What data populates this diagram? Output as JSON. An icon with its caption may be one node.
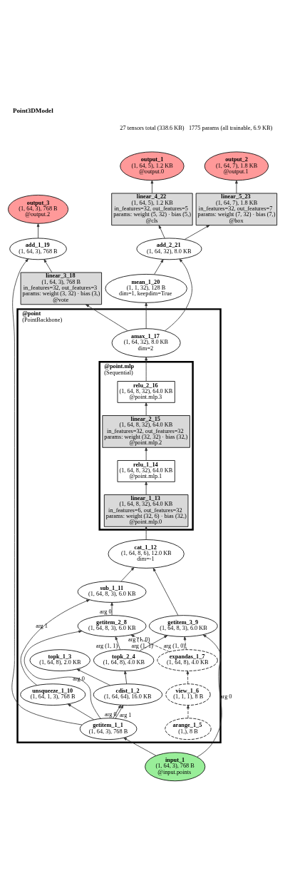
{
  "diagram": {
    "title": "Point3DModel",
    "nodes": [
      {
        "text": [
          "output_3",
          "(1, 64, 3), 768 B",
          "@output.2"
        ]
      },
      {
        "text": [
          "output_1",
          "(1, 64, 5), 1.2 KB",
          "@output.0"
        ]
      },
      {
        "text": [
          "output_2",
          "(1, 64, 7), 1.8 KB",
          "@output.1"
        ]
      },
      {
        "text": [
          "linear_4_22",
          "(1, 64, 5), 1.2 KB",
          "in_features=32, out_features=5",
          "params: weight (5, 32) · bias (5,)",
          "@cls"
        ]
      },
      {
        "text": [
          "linear_5_23",
          "(1, 64, 7), 1.8 KB",
          "in_features=32, out_features=7",
          "params: weight (7, 32) · bias (7,)",
          "@box"
        ]
      },
      {
        "text": [
          "add_1_19",
          "(1, 64, 3), 768 B"
        ]
      },
      {
        "text": [
          "add_2_21",
          "(1, 64, 32), 8.0 KB"
        ]
      },
      {
        "text": [
          "linear_3_18",
          "(1, 64, 3), 768 B",
          "in_features=32, out_features=3",
          "params: weight (3, 32) · bias (3,)",
          "@vote"
        ]
      },
      {
        "text": [
          "mean_1_20",
          "(1, 1, 32), 128 B",
          "dim=1, keepdim=True"
        ]
      },
      {
        "text": [
          "@point",
          "(PointBackbone)"
        ]
      },
      {
        "text": [
          "amax_1_17",
          "(1, 64, 32), 8.0 KB",
          "dim=2"
        ],
        "in": 9
      },
      {
        "text": [
          "@point.mlp",
          "(Sequential)"
        ],
        "in": 9
      },
      {
        "text": [
          "relu_2_16",
          "(1, 64, 8, 32), 64.0 KB",
          "@point.mlp.3"
        ],
        "in": 11
      },
      {
        "text": [
          "linear_2_15",
          "(1, 64, 8, 32), 64.0 KB",
          "in_features=32, out_features=32",
          "params: weight (32, 32) · bias (32,)",
          "@point.mlp.2"
        ],
        "in": 11
      },
      {
        "text": [
          "relu_1_14",
          "(1, 64, 8, 32), 64.0 KB",
          "@point.mlp.1"
        ],
        "in": 11
      },
      {
        "text": [
          "linear_1_13",
          "(1, 64, 8, 32), 64.0 KB",
          "in_features=6, out_features=32",
          "params: weight (32, 6) · bias (32,)",
          "@point.mlp.0"
        ],
        "in": 11
      },
      {
        "text": [
          "cat_1_12",
          "(1, 64, 8, 6), 12.0 KB",
          "dim=-1"
        ],
        "in": 9
      },
      {
        "text": [
          "sub_1_11",
          "(1, 64, 8, 3), 6.0 KB"
        ],
        "in": 9
      },
      {
        "text": [
          "getitem_2_8",
          "(1, 64, 8, 3), 6.0 KB"
        ],
        "in": 9
      },
      {
        "text": [
          "getitem_3_9",
          "(1, 64, 8, 3), 6.0 KB"
        ],
        "in": 9
      },
      {
        "text": [
          "topk_1_3",
          "(1, 64, 8), 2.0 KB"
        ],
        "in": 9
      },
      {
        "text": [
          "topk_2_4",
          "(1, 64, 8), 4.0 KB"
        ],
        "in": 9
      },
      {
        "text": [
          "expandas_1_7",
          "(1, 64, 8), 4.0 KB"
        ],
        "in": 9
      },
      {
        "text": [
          "cdist_1_2",
          "(1, 64, 64), 16.0 KB"
        ],
        "in": 9
      },
      {
        "text": [
          "unsqueeze_1_10",
          "(1, 64, 1, 3), 768 B"
        ],
        "in": 9
      },
      {
        "text": [
          "view_1_6",
          "(1, 1, 1), 8 B"
        ],
        "in": 9
      },
      {
        "text": [
          "getitem_1_1",
          "(1, 64, 3), 768 B"
        ],
        "in": 9
      },
      {
        "text": [
          "arange_1_5",
          "(1,), 8 B"
        ],
        "in": 9
      },
      {
        "text": [
          "input_1",
          "(1, 64, 3), 768 B",
          "@input.points"
        ]
      }
    ],
    "edges": [
      {
        "from": 28,
        "to": 26,
        "arrow": "to"
      },
      {
        "from": 28,
        "to": 19,
        "arrow": "to",
        "label": "arg 0"
      },
      {
        "from": 26,
        "to": 23,
        "arrow": "to",
        "label": "arg 0"
      },
      {
        "from": 26,
        "to": 23,
        "arrow": "to",
        "label": "arg 1"
      },
      {
        "from": 26,
        "to": 24,
        "arrow": "to"
      },
      {
        "from": 26,
        "to": 18,
        "arrow": "to",
        "label": "arg 0"
      },
      {
        "from": 26,
        "to": 5,
        "arrow": "to"
      },
      {
        "from": 23,
        "to": 20,
        "arrow": "to"
      },
      {
        "from": 23,
        "to": 21,
        "arrow": "to"
      },
      {
        "from": 27,
        "to": 25,
        "arrow": "to",
        "style": "dashed"
      },
      {
        "from": 25,
        "to": 22,
        "arrow": "to",
        "style": "dashed"
      },
      {
        "from": 21,
        "to": 18,
        "arrow": "to",
        "label": "arg (1, 1)"
      },
      {
        "from": 22,
        "to": 18,
        "arrow": "to",
        "label": "arg (1, 0)",
        "style": "dashed"
      },
      {
        "from": 21,
        "to": 19,
        "arrow": "to",
        "label": "arg (1, 1)"
      },
      {
        "from": 22,
        "to": 19,
        "arrow": "to",
        "label": "arg (1, 0)",
        "style": "dashed"
      },
      {
        "from": 18,
        "to": 17,
        "arrow": "to",
        "label": "arg 0"
      },
      {
        "from": 24,
        "to": 17,
        "arrow": "to",
        "label": "arg 1"
      },
      {
        "from": 17,
        "to": 16,
        "arrow": "to"
      },
      {
        "from": 19,
        "to": 16,
        "arrow": "to"
      },
      {
        "from": 16,
        "to": 15,
        "arrow": "to"
      },
      {
        "from": 15,
        "to": 14,
        "arrow": "to"
      },
      {
        "from": 14,
        "to": 13,
        "arrow": "to"
      },
      {
        "from": 13,
        "to": 12,
        "arrow": "to"
      },
      {
        "from": 12,
        "to": 10,
        "arrow": "to"
      },
      {
        "from": 10,
        "to": 7,
        "arrow": "to"
      },
      {
        "from": 10,
        "to": 6,
        "arrow": "to"
      },
      {
        "from": 10,
        "to": 8,
        "arrow": "to"
      },
      {
        "from": 7,
        "to": 5,
        "arrow": "to"
      },
      {
        "from": 8,
        "to": 6,
        "arrow": "to"
      },
      {
        "from": 6,
        "to": 3,
        "arrow": "to"
      },
      {
        "from": 6,
        "to": 4,
        "arrow": "to"
      },
      {
        "from": 3,
        "to": 1,
        "arrow": "to"
      },
      {
        "from": 4,
        "to": 2,
        "arrow": "to"
      },
      {
        "from": 5,
        "to": 0,
        "arrow": "to"
      }
    ],
    "labels": [
      "27 tensors total (338.6 KB)",
      "1775 params (all trainable, 6.9 KB)"
    ]
  }
}
